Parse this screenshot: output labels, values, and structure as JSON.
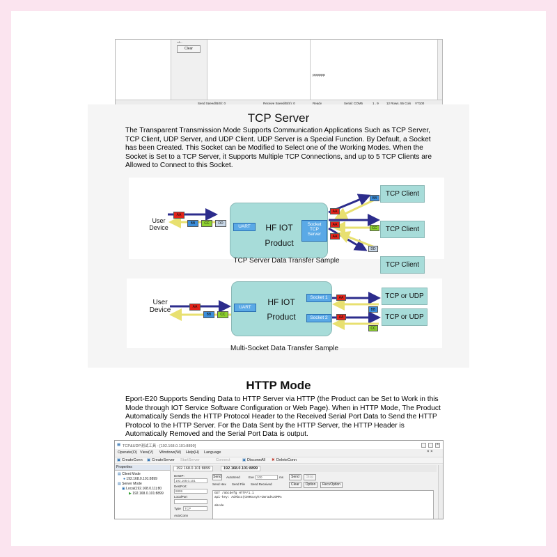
{
  "terminal": {
    "panel_mini": "• A...",
    "clear_label": "Clear",
    "received_text": "pppppp",
    "send_speed": "Send Speed(B/S): 0",
    "receive_speed": "Receive Speed(B/S): 0",
    "ready": "Ready",
    "serial": "Serial: COM5",
    "pos": "1 ,   9",
    "rows": "12 Rows,  55 Cols",
    "vt": "VT100"
  },
  "tcp_section": {
    "title": "TCP Server",
    "paragraph": "The Transparent Transmission Mode Supports Communication Applications Such as TCP Server, TCP Client, UDP Server, and UDP Client. UDP Server is a Special Function. By Default, a Socket has been Created. This Socket can be Modified to Select one of the Working Modes. When the Socket is Set to a TCP Server, it Supports Multiple TCP Connections, and up to 5 TCP Clients are Allowed to Connect to this Socket.",
    "diagram1": {
      "user_device": "User Device",
      "hf_line1": "HF IOT",
      "hf_line2": "Product",
      "uart": "UART",
      "socket_line1": "Socket",
      "socket_line2": "TCP",
      "socket_line3": "Server",
      "clients": [
        "TCP Client",
        "TCP Client",
        "TCP Client"
      ],
      "pkt_aa": "AA",
      "pkt_bb": "BB",
      "pkt_cc": "CC",
      "pkt_dd": "DD",
      "caption": "TCP Server Data Transfer Sample"
    },
    "diagram2": {
      "user_device": "User Device",
      "hf_line1": "HF IOT",
      "hf_line2": "Product",
      "uart": "UART",
      "socket1": "Socket 1",
      "socket2": "Socket 2",
      "targets": [
        "TCP or UDP",
        "TCP or UDP"
      ],
      "pkt_aa": "AA",
      "pkt_bb": "BB",
      "pkt_cc": "CC",
      "caption": "Multi-Socket Data Transfer Sample"
    }
  },
  "http_section": {
    "title": "HTTP Mode",
    "paragraph": "Eport-E20 Supports Sending Data to HTTP Server via HTTP (the Product can be Set to Work in this Mode through IOT Service Software Configuration or Web Page). When in HTTP Mode, The Product Automatically Sends the HTTP Protocol Header to the Received Serial Port Data to Send the HTTP Protocol to the HTTP Server. For the Data Sent by the HTTP Server, the HTTP Header is Automatically Removed and the Serial Port Data is output."
  },
  "app": {
    "title": "TCP&UDP测试工具 - [192.168.0.101:8899]",
    "menu": [
      "Operate(O)",
      "View(V)",
      "Windows(W)",
      "Help(H)",
      "Language"
    ],
    "tools": [
      "CreateConn",
      "CreateServer",
      "StartServer",
      "Connect",
      "DisconnAll",
      "DeleteConn"
    ],
    "props_title": "Properties",
    "tree": [
      "Client Mode",
      "192.168.0.101:8899",
      "Server Mode",
      "Local(192.168.0.11):80",
      "192.168.0.101:8899"
    ],
    "tab_label": "192.168.0.101:8899",
    "tab_label2": "192.168.0.101:8899",
    "dest_ip_label": "DestIP:",
    "dest_ip": "192.168.0.101",
    "dest_port_label": "DestPort:",
    "dest_port": "8899",
    "local_port_label": "LocalPort",
    "type_label": "Type",
    "type_value": "TCP",
    "auto_conn": "AutoConn",
    "send": "Send",
    "auto_send": "AutoSend",
    "every": "Eve",
    "interval": "100",
    "ms": "ms",
    "send_btn": "Send",
    "stop_btn": "Stop",
    "send_hex": "Send Hex",
    "send_file": "Send File",
    "send_received": "Send Received",
    "clear_btn": "Clear",
    "option_btn": "Option",
    "recv_option_btn": "RecvOption",
    "output_lines": [
      "GET /abcdefg HTTP/1.1",
      "api-key: AdAbcx(CHHKusyk+CWradAJOMM=",
      "",
      "abcde"
    ]
  }
}
